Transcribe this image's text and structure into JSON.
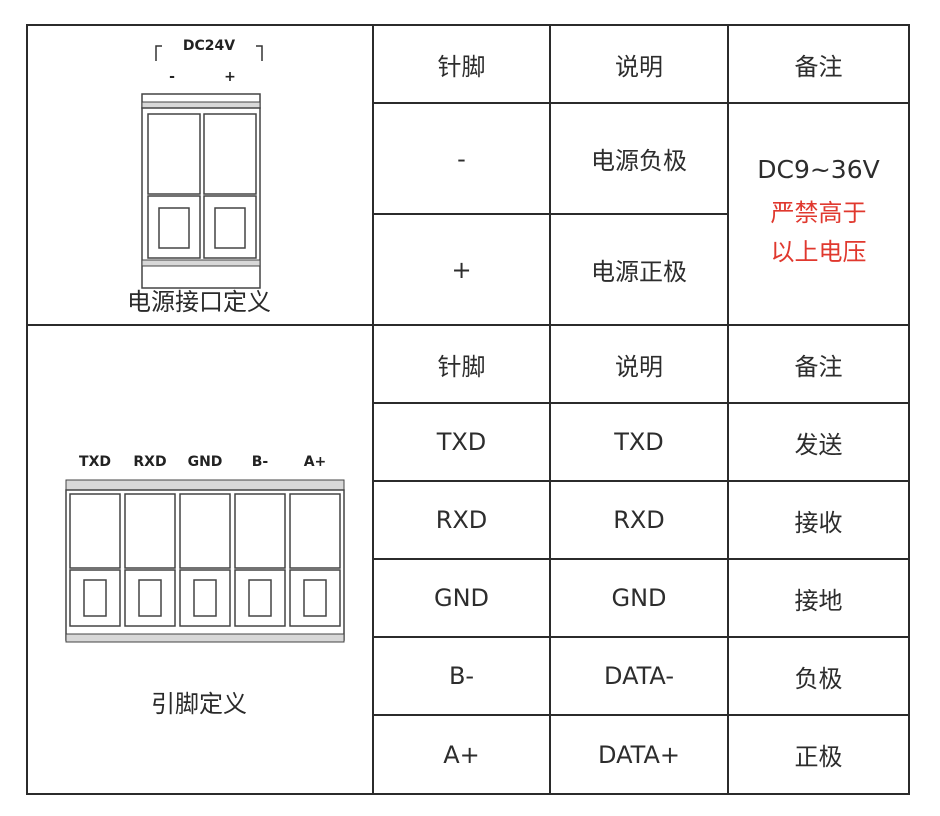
{
  "power": {
    "caption": "电源接口定义",
    "connector_label": "DC24V",
    "minus_label": "-",
    "plus_label": "+"
  },
  "pins": {
    "caption": "引脚定义",
    "connector_labels": [
      "TXD",
      "RXD",
      "GND",
      "B-",
      "A+"
    ]
  },
  "headers": {
    "pin": "针脚",
    "desc": "说明",
    "note": "备注"
  },
  "power_rows": [
    {
      "pin": "-",
      "desc": "电源负极"
    },
    {
      "pin": "+",
      "desc": "电源正极"
    }
  ],
  "power_note": {
    "voltage": "DC9~36V",
    "warning_1": "严禁高于",
    "warning_2": "以上电压",
    "warning_color": "#e0382e"
  },
  "signal_rows": [
    {
      "pin": "TXD",
      "desc": "TXD",
      "note": "发送"
    },
    {
      "pin": "RXD",
      "desc": "RXD",
      "note": "接收"
    },
    {
      "pin": "GND",
      "desc": "GND",
      "note": "接地"
    },
    {
      "pin": "B-",
      "desc": "DATA-",
      "note": "负极"
    },
    {
      "pin": "A+",
      "desc": "DATA+",
      "note": "正极"
    }
  ]
}
